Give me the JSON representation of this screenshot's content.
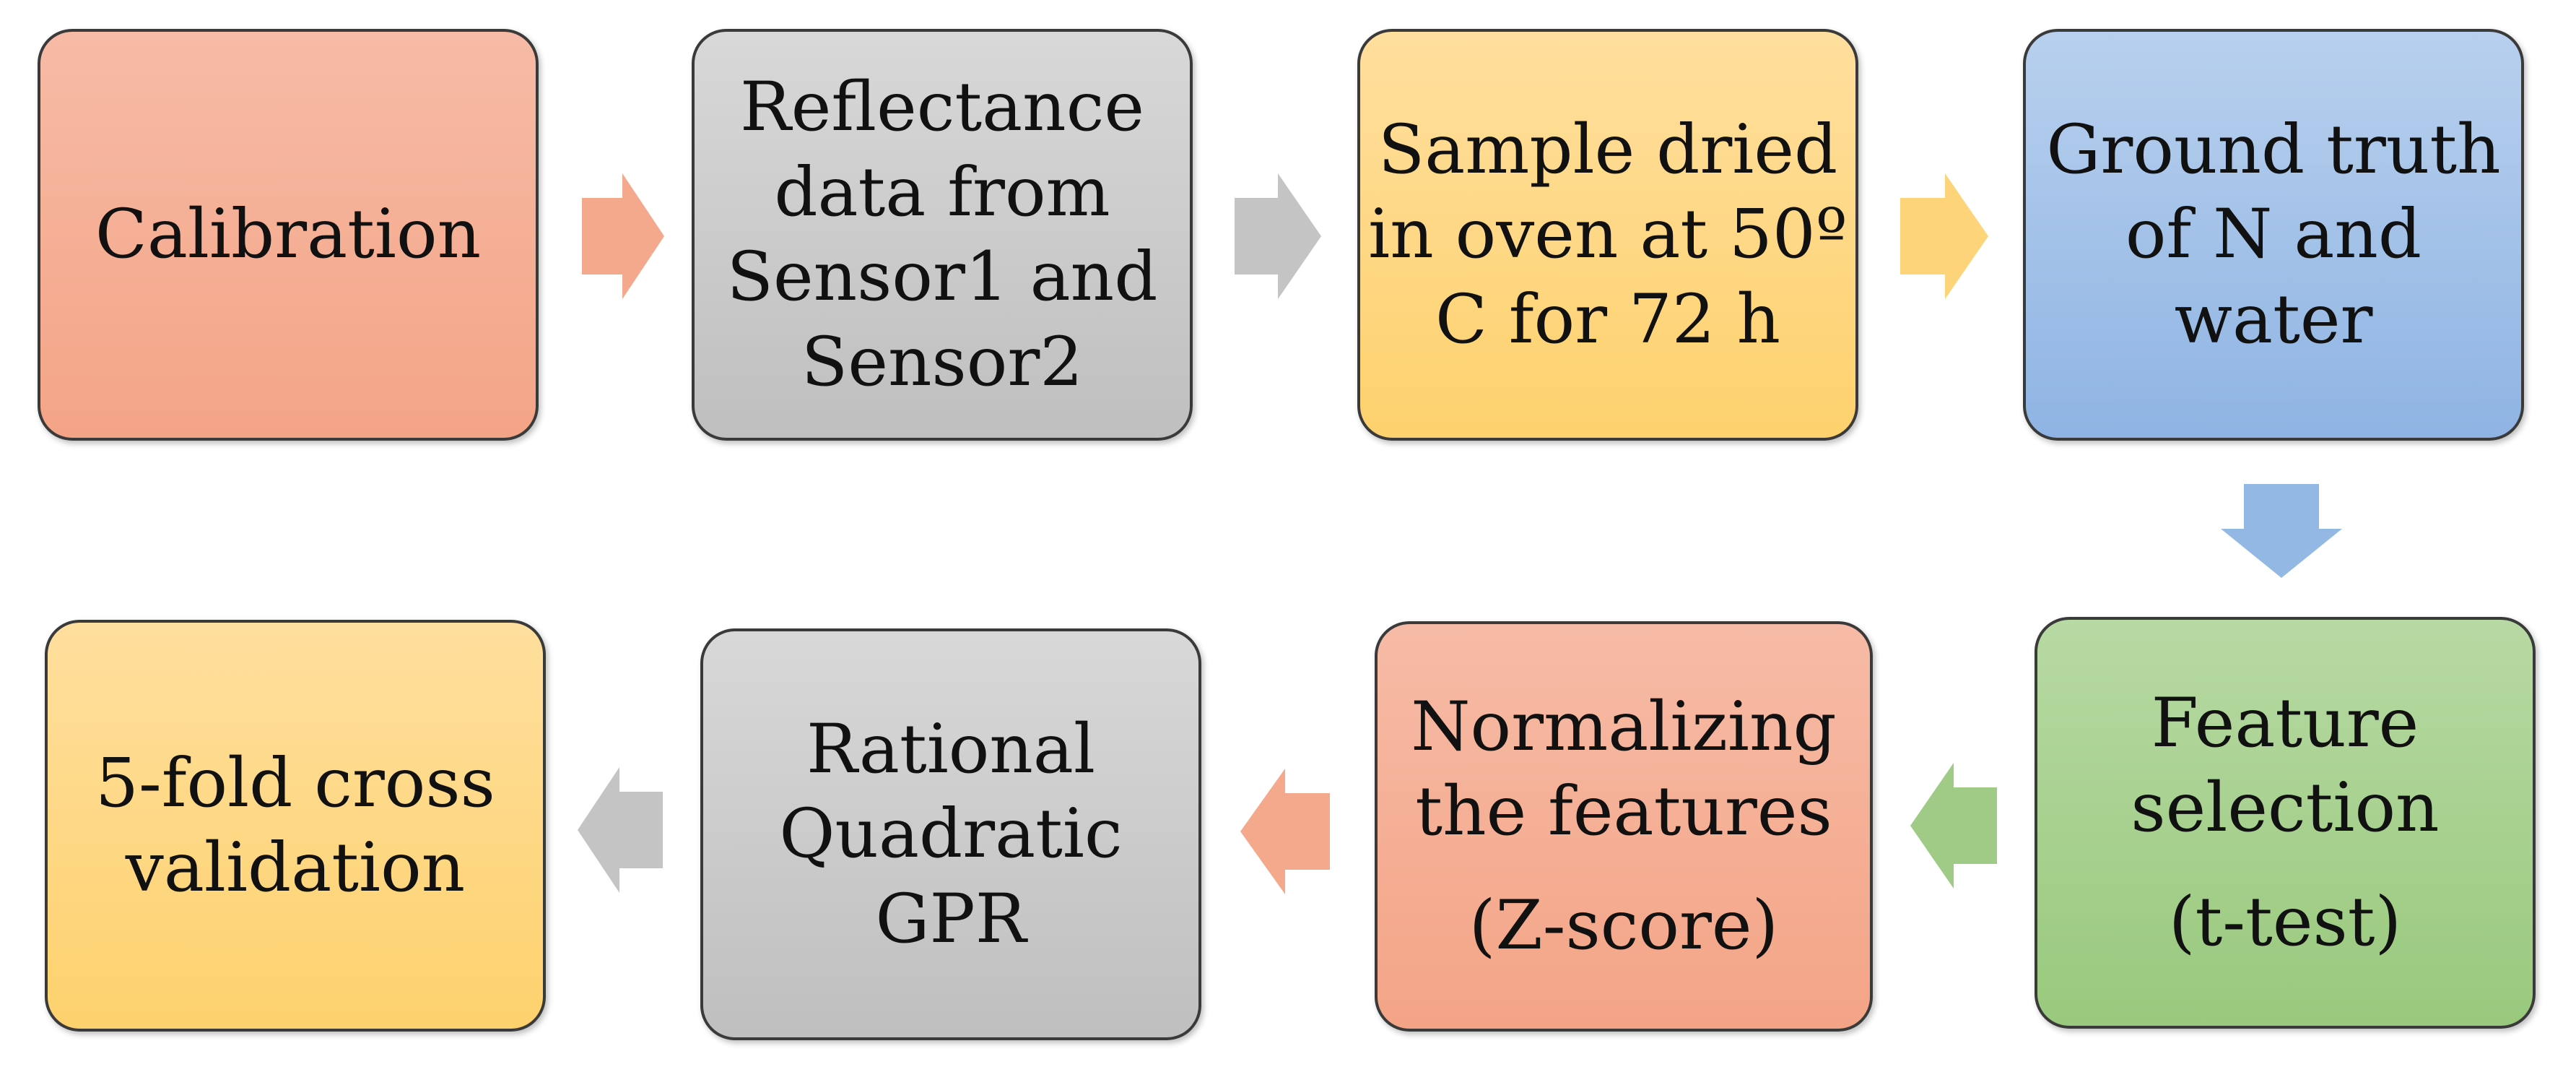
{
  "colors": {
    "salmon": "#f4a486",
    "gray": "#c0c0c0",
    "gold": "#fdd16d",
    "blue": "#8fb4e3",
    "green": "#99c97d"
  },
  "steps": {
    "calibration": {
      "lines": [
        "Calibration"
      ]
    },
    "reflectance": {
      "lines": [
        "Reflectance",
        "data from",
        "Sensor1 and",
        "Sensor2"
      ]
    },
    "sample_dried": {
      "lines": [
        "Sample dried",
        "in oven at 50º",
        "C for 72 h"
      ]
    },
    "ground_truth": {
      "lines": [
        "Ground truth",
        "of N and",
        "water"
      ]
    },
    "feature_selection": {
      "lines": [
        "Feature",
        "selection"
      ],
      "note": "(t-test)"
    },
    "normalizing": {
      "lines": [
        "Normalizing",
        "the features"
      ],
      "note": "(Z-score)"
    },
    "gpr": {
      "lines": [
        "Rational",
        "Quadratic",
        "GPR"
      ]
    },
    "cross_validation": {
      "lines": [
        "5-fold cross",
        "validation"
      ]
    }
  }
}
